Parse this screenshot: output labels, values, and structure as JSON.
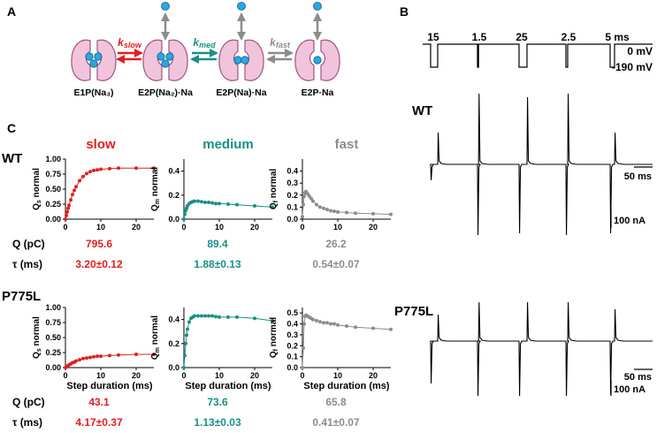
{
  "panel_labels": {
    "a": "A",
    "b": "B",
    "c": "C"
  },
  "scheme": {
    "states": [
      "E1P(Na₃)",
      "E2P(Na₂)·Na",
      "E2P(Na)·Na",
      "E2P·Na"
    ],
    "rates": [
      {
        "k": "k",
        "sub": "slow",
        "color": "#e02020"
      },
      {
        "k": "k",
        "sub": "med",
        "color": "#1a8f86"
      },
      {
        "k": "k",
        "sub": "fast",
        "color": "#8c8c8c"
      }
    ]
  },
  "protocol": {
    "durations": [
      "15",
      "1.5",
      "25",
      "2.5",
      "5 ms"
    ],
    "levels": [
      "0 mV",
      "-190 mV"
    ]
  },
  "traces": {
    "wt_label": "WT",
    "p775l_label": "P775L",
    "time_scale": "50 ms",
    "current_scale": "100 nA"
  },
  "rows": {
    "wt_label": "WT",
    "p775l_label": "P775L",
    "q_label": "Q (pC)",
    "tau_label": "τ (ms)"
  },
  "colors": {
    "slow": "#e02020",
    "medium": "#1a8f86",
    "fast": "#8c8c8c"
  },
  "chart_data": [
    {
      "type": "line",
      "construct": "WT",
      "component": "slow",
      "title": "slow",
      "xlabel": "",
      "ylabel": "Q_s normal",
      "xlim": [
        0,
        25
      ],
      "ylim": [
        0,
        1.0
      ],
      "xticks": [
        0,
        10,
        20
      ],
      "yticks": [
        0.0,
        0.25,
        0.5,
        0.75,
        1.0
      ],
      "ytick_labels": [
        "0.00",
        "0.25",
        "0.50",
        "0.75",
        "1.00"
      ],
      "x": [
        0,
        0.25,
        0.5,
        0.75,
        1,
        1.5,
        2,
        2.5,
        3,
        4,
        5,
        6,
        7,
        8,
        9,
        10,
        12.5,
        15,
        20,
        25
      ],
      "y": [
        0.0,
        0.06,
        0.12,
        0.18,
        0.23,
        0.32,
        0.41,
        0.48,
        0.54,
        0.64,
        0.71,
        0.76,
        0.79,
        0.81,
        0.82,
        0.83,
        0.84,
        0.85,
        0.85,
        0.85
      ],
      "Q": "795.6",
      "tau": "3.20±0.12",
      "color": "#e02020"
    },
    {
      "type": "line",
      "construct": "WT",
      "component": "medium",
      "title": "medium",
      "xlabel": "",
      "ylabel": "Q_m normal",
      "xlim": [
        0,
        25
      ],
      "ylim": [
        0,
        0.5
      ],
      "xticks": [
        0,
        10,
        20
      ],
      "yticks": [
        0.0,
        0.2,
        0.4
      ],
      "ytick_labels": [
        "0.0",
        "0.2",
        "0.4"
      ],
      "x": [
        0,
        0.25,
        0.5,
        0.75,
        1,
        1.5,
        2,
        2.5,
        3,
        4,
        5,
        6,
        7,
        8,
        9,
        10,
        12.5,
        15,
        20,
        25
      ],
      "y": [
        0.0,
        0.04,
        0.07,
        0.09,
        0.11,
        0.13,
        0.14,
        0.145,
        0.15,
        0.15,
        0.145,
        0.14,
        0.14,
        0.135,
        0.13,
        0.13,
        0.125,
        0.12,
        0.11,
        0.1
      ],
      "Q": "89.4",
      "tau": "1.88±0.13",
      "color": "#1a8f86"
    },
    {
      "type": "line",
      "construct": "WT",
      "component": "fast",
      "title": "fast",
      "xlabel": "",
      "ylabel": "Q_f normal",
      "xlim": [
        0,
        25
      ],
      "ylim": [
        0,
        0.5
      ],
      "xticks": [
        0,
        10,
        20
      ],
      "yticks": [
        0.0,
        0.1,
        0.2,
        0.3,
        0.4
      ],
      "ytick_labels": [
        "0.0",
        "0.1",
        "0.2",
        "0.3",
        "0.4"
      ],
      "x": [
        0,
        0.25,
        0.5,
        0.75,
        1,
        1.5,
        2,
        2.5,
        3,
        4,
        5,
        6,
        7,
        8,
        9,
        10,
        12.5,
        15,
        20,
        25
      ],
      "y": [
        0.02,
        0.12,
        0.19,
        0.22,
        0.23,
        0.21,
        0.19,
        0.17,
        0.15,
        0.12,
        0.1,
        0.09,
        0.08,
        0.07,
        0.065,
        0.06,
        0.055,
        0.05,
        0.045,
        0.04
      ],
      "Q": "26.2",
      "tau": "0.54±0.07",
      "color": "#8c8c8c"
    },
    {
      "type": "line",
      "construct": "P775L",
      "component": "slow",
      "title": "",
      "xlabel": "Step duration (ms)",
      "ylabel": "Q_s normal",
      "xlim": [
        0,
        25
      ],
      "ylim": [
        0,
        1.0
      ],
      "xticks": [
        0,
        10,
        20
      ],
      "yticks": [
        0.0,
        0.25,
        0.5,
        0.75,
        1.0
      ],
      "ytick_labels": [
        "0.00",
        "0.25",
        "0.50",
        "0.75",
        "1.00"
      ],
      "x": [
        0,
        0.25,
        0.5,
        0.75,
        1,
        1.5,
        2,
        2.5,
        3,
        4,
        5,
        6,
        7,
        8,
        9,
        10,
        12.5,
        15,
        20,
        25
      ],
      "y": [
        0.0,
        0.01,
        0.02,
        0.035,
        0.045,
        0.06,
        0.08,
        0.09,
        0.11,
        0.13,
        0.15,
        0.16,
        0.17,
        0.18,
        0.19,
        0.19,
        0.2,
        0.21,
        0.22,
        0.22
      ],
      "Q": "43.1",
      "tau": "4.17±0.37",
      "color": "#e02020"
    },
    {
      "type": "line",
      "construct": "P775L",
      "component": "medium",
      "title": "",
      "xlabel": "Step duration (ms)",
      "ylabel": "Q_m normal",
      "xlim": [
        0,
        25
      ],
      "ylim": [
        0,
        0.5
      ],
      "xticks": [
        0,
        10,
        20
      ],
      "yticks": [
        0.0,
        0.2,
        0.4
      ],
      "ytick_labels": [
        "0.0",
        "0.2",
        "0.4"
      ],
      "x": [
        0,
        0.25,
        0.5,
        0.75,
        1,
        1.5,
        2,
        2.5,
        3,
        4,
        5,
        6,
        7,
        8,
        9,
        10,
        12.5,
        15,
        20,
        25
      ],
      "y": [
        0.0,
        0.1,
        0.2,
        0.27,
        0.32,
        0.38,
        0.41,
        0.42,
        0.43,
        0.43,
        0.43,
        0.43,
        0.43,
        0.43,
        0.425,
        0.42,
        0.42,
        0.42,
        0.41,
        0.39
      ],
      "Q": "73.6",
      "tau": "1.13±0.03",
      "color": "#1a8f86"
    },
    {
      "type": "line",
      "construct": "P775L",
      "component": "fast",
      "title": "",
      "xlabel": "Step duration (ms)",
      "ylabel": "Q_f normal",
      "xlim": [
        0,
        25
      ],
      "ylim": [
        0,
        0.55
      ],
      "xticks": [
        0,
        10,
        20
      ],
      "yticks": [
        0.0,
        0.1,
        0.2,
        0.3,
        0.4,
        0.5
      ],
      "ytick_labels": [
        "0.0",
        "0.1",
        "0.2",
        "0.3",
        "0.4",
        "0.5"
      ],
      "x": [
        0,
        0.25,
        0.5,
        0.75,
        1,
        1.5,
        2,
        2.5,
        3,
        4,
        5,
        6,
        7,
        8,
        9,
        10,
        12.5,
        15,
        20,
        25
      ],
      "y": [
        0.0,
        0.18,
        0.4,
        0.47,
        0.48,
        0.47,
        0.46,
        0.45,
        0.44,
        0.43,
        0.42,
        0.41,
        0.41,
        0.4,
        0.4,
        0.39,
        0.38,
        0.37,
        0.36,
        0.35
      ],
      "Q": "65.8",
      "tau": "0.41±0.07",
      "color": "#8c8c8c"
    }
  ]
}
